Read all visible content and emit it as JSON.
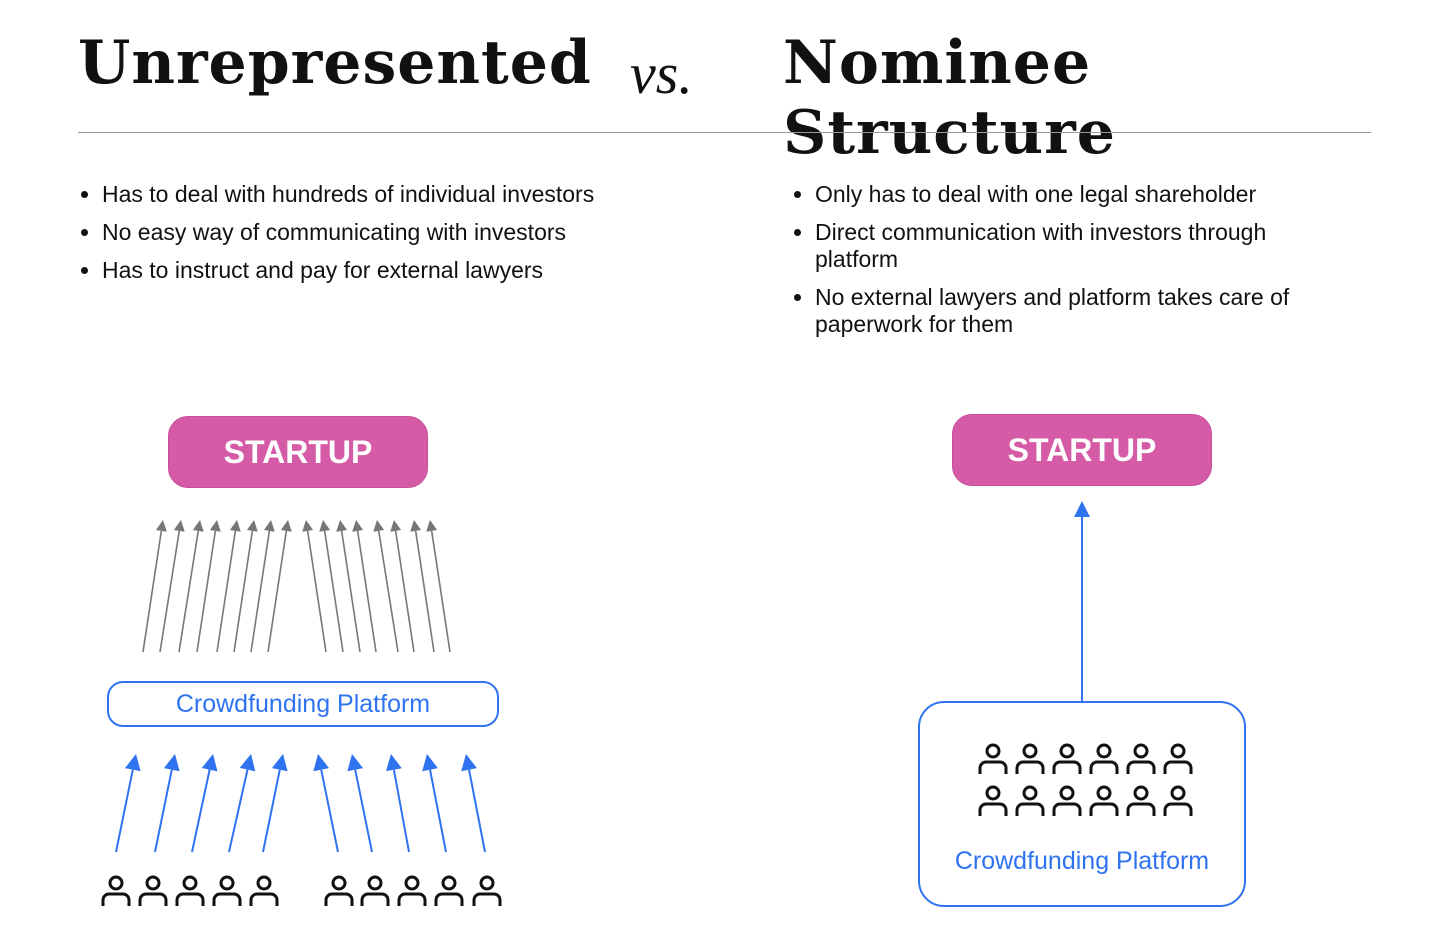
{
  "header": {
    "left_title": "Unrepresented",
    "vs": "vs.",
    "right_title": "Nominee Structure"
  },
  "left": {
    "bullets": [
      "Has to deal with hundreds of individual investors",
      "No easy way of communicating with investors",
      "Has to instruct and pay for external lawyers"
    ],
    "startup_label": "STARTUP",
    "platform_label": "Crowdfunding Platform",
    "investor_count": 10,
    "platform_to_startup_arrows": 16,
    "investor_to_platform_arrows": 10
  },
  "right": {
    "bullets": [
      "Only has to deal with one legal shareholder",
      "Direct communication with investors through platform",
      "No external lawyers and platform takes care of paperwork for them"
    ],
    "startup_label": "STARTUP",
    "platform_label": "Crowdfunding Platform",
    "investor_count": 12
  },
  "colors": {
    "startup": "#d55ba7",
    "platform": "#2f73f0",
    "gray_arrow": "#777777",
    "person": "#111111"
  },
  "icons": {
    "investor": "person-icon"
  }
}
